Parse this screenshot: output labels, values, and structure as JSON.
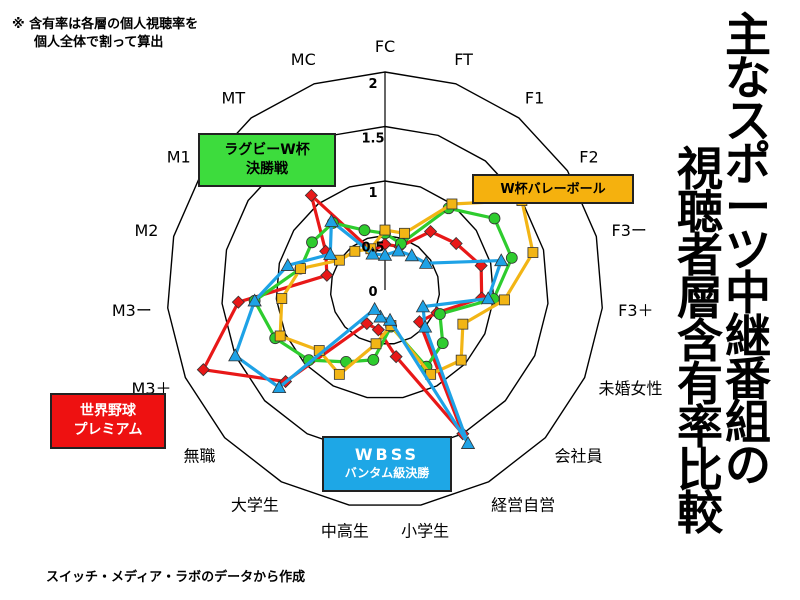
{
  "note": {
    "line1": "※ 含有率は各層の個人視聴率を",
    "line2": "個人全体で割って算出"
  },
  "title": {
    "line1": "主なスポーツ中継番組の",
    "line2": "視聴者層含有率比較"
  },
  "source": "スイッチ・メディア・ラボのデータから作成",
  "callouts": {
    "rugby": {
      "line1": "ラグビーW杯",
      "line2": "決勝戦"
    },
    "volley": {
      "line1": "W杯バレーボール"
    },
    "baseball": {
      "line1": "世界野球",
      "line2": "プレミアム"
    },
    "wbss": {
      "line1": "WBSS",
      "line2": "バンタム級決勝"
    }
  },
  "colors": {
    "baseball": "#e81818",
    "rugby": "#2ecc2e",
    "volley": "#f2b515",
    "wbss": "#1ea2e6",
    "grid": "#000000"
  },
  "chart_data": {
    "type": "radar",
    "categories": [
      "FC",
      "FT",
      "F1",
      "F2",
      "F3ー",
      "F3＋",
      "未婚女性",
      "会社員",
      "経営自営",
      "小学生",
      "中高生",
      "大学生",
      "無職",
      "M3＋",
      "M3ー",
      "M2",
      "M1",
      "MT",
      "MC"
    ],
    "rlim": [
      0,
      2
    ],
    "ticks": [
      "0",
      "0.5",
      "1",
      "1.5",
      "2"
    ],
    "grid": true,
    "series": [
      {
        "name": "世界野球プレミアム",
        "color_key": "baseball",
        "marker": "diamond",
        "values": [
          0.42,
          0.42,
          0.68,
          0.78,
          0.91,
          0.89,
          0.52,
          0.43,
          1.5,
          0.62,
          0.37,
          0.35,
          1.24,
          1.82,
          1.35,
          0.55,
          0.65,
          1.1,
          0.38
        ]
      },
      {
        "name": "ラグビーW杯決勝戦",
        "color_key": "rugby",
        "marker": "circle",
        "values": [
          0.52,
          0.45,
          0.95,
          1.2,
          1.2,
          1.0,
          0.55,
          0.72,
          0.8,
          0.34,
          0.65,
          0.75,
          0.95,
          1.1,
          1.2,
          0.8,
          0.8,
          0.78,
          0.58
        ]
      },
      {
        "name": "W杯バレーボール",
        "color_key": "volley",
        "marker": "square",
        "values": [
          0.55,
          0.55,
          1.0,
          1.5,
          1.4,
          1.1,
          0.78,
          0.95,
          0.88,
          0.33,
          0.5,
          0.88,
          0.82,
          1.05,
          0.95,
          0.8,
          0.5,
          0.45,
          0.4
        ]
      },
      {
        "name": "WBSSバンタム級決勝",
        "color_key": "wbss",
        "marker": "triangle",
        "values": [
          0.32,
          0.38,
          0.4,
          0.45,
          1.1,
          0.95,
          0.38,
          0.5,
          1.6,
          0.28,
          0.25,
          0.2,
          1.32,
          1.5,
          1.2,
          0.92,
          0.6,
          0.8,
          0.35
        ]
      }
    ]
  }
}
